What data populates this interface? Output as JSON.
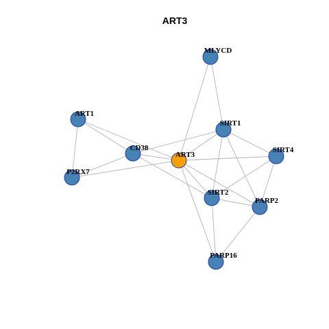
{
  "title": "ART3",
  "colors": {
    "node_default": "#4682B4",
    "node_center": "#F7A100",
    "node_stroke": "#1F3DB8",
    "edge": "#B3B3B3"
  },
  "nodes": [
    {
      "id": "ART3",
      "label": "ART3",
      "center": true
    },
    {
      "id": "MLYCD",
      "label": "MLYCD"
    },
    {
      "id": "ART1",
      "label": "ART1"
    },
    {
      "id": "SIRT1",
      "label": "SIRT1"
    },
    {
      "id": "CD38",
      "label": "CD38"
    },
    {
      "id": "SIRT4",
      "label": "SIRT4"
    },
    {
      "id": "P2RX7",
      "label": "P2RX7"
    },
    {
      "id": "SIRT2",
      "label": "SIRT2"
    },
    {
      "id": "PARP2",
      "label": "PARP2"
    },
    {
      "id": "PARP16",
      "label": "PARP16"
    }
  ],
  "edges": [
    [
      "MLYCD",
      "ART3"
    ],
    [
      "MLYCD",
      "SIRT1"
    ],
    [
      "ART1",
      "CD38"
    ],
    [
      "ART1",
      "P2RX7"
    ],
    [
      "ART1",
      "ART3"
    ],
    [
      "CD38",
      "SIRT1"
    ],
    [
      "CD38",
      "ART3"
    ],
    [
      "CD38",
      "P2RX7"
    ],
    [
      "CD38",
      "SIRT2"
    ],
    [
      "P2RX7",
      "ART3"
    ],
    [
      "SIRT1",
      "ART3"
    ],
    [
      "SIRT1",
      "SIRT4"
    ],
    [
      "SIRT1",
      "SIRT2"
    ],
    [
      "SIRT1",
      "PARP2"
    ],
    [
      "ART3",
      "SIRT4"
    ],
    [
      "ART3",
      "SIRT2"
    ],
    [
      "ART3",
      "PARP2"
    ],
    [
      "ART3",
      "PARP16"
    ],
    [
      "SIRT4",
      "SIRT2"
    ],
    [
      "SIRT4",
      "PARP2"
    ],
    [
      "SIRT2",
      "PARP2"
    ],
    [
      "SIRT2",
      "PARP16"
    ],
    [
      "PARP2",
      "PARP16"
    ]
  ]
}
